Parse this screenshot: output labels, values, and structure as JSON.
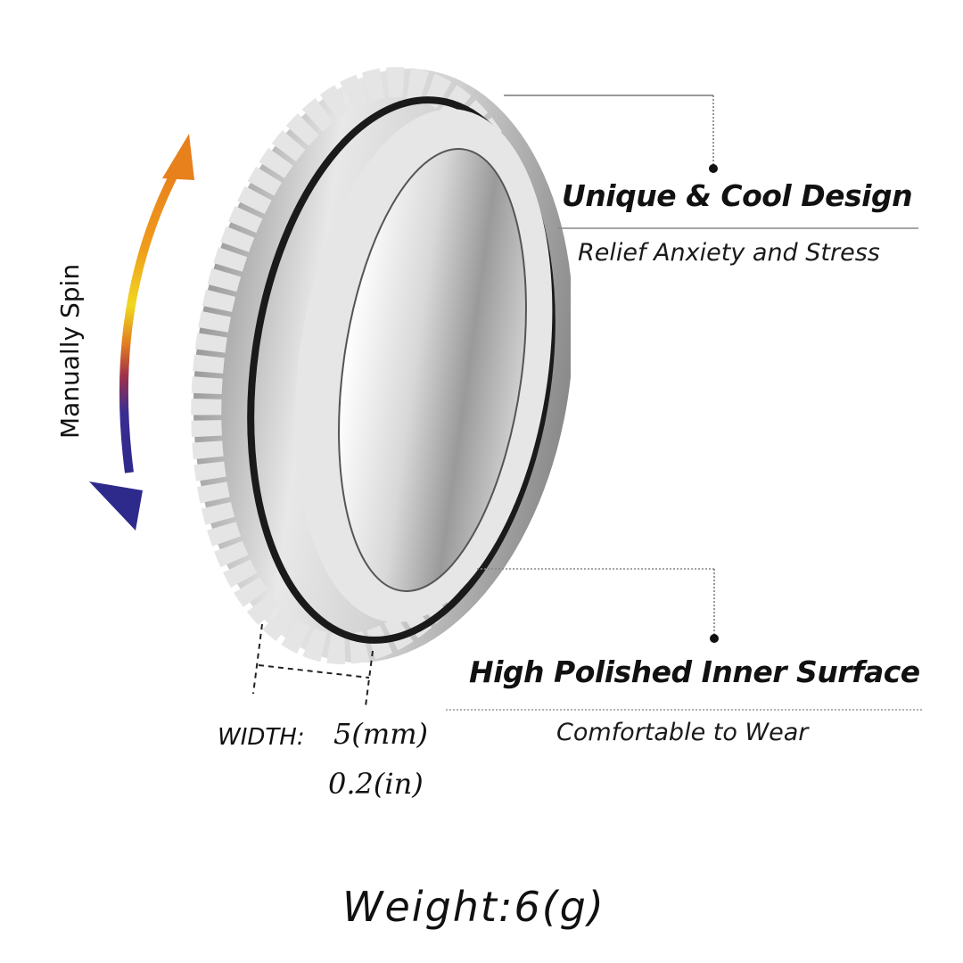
{
  "product": {
    "name": "spinner ring",
    "colors": {
      "background": "#ffffff",
      "metal": "#c8c8c8",
      "text": "#111111",
      "arrow_top": "#e8801c",
      "arrow_mid": "#f0d020",
      "arrow_low": "#c03a2a",
      "arrow_bottom": "#2e2a8c"
    }
  },
  "spin": {
    "label": "Manually Spin"
  },
  "features": [
    {
      "title": "Unique & Cool Design",
      "subtitle": "Relief Anxiety and Stress"
    },
    {
      "title": "High Polished Inner Surface",
      "subtitle": "Comfortable to Wear"
    }
  ],
  "dimensions": {
    "width_label": "WIDTH:",
    "width_mm": "5(mm)",
    "width_in": "0.2(in)"
  },
  "weight": {
    "label": "Weight:6(g)"
  }
}
